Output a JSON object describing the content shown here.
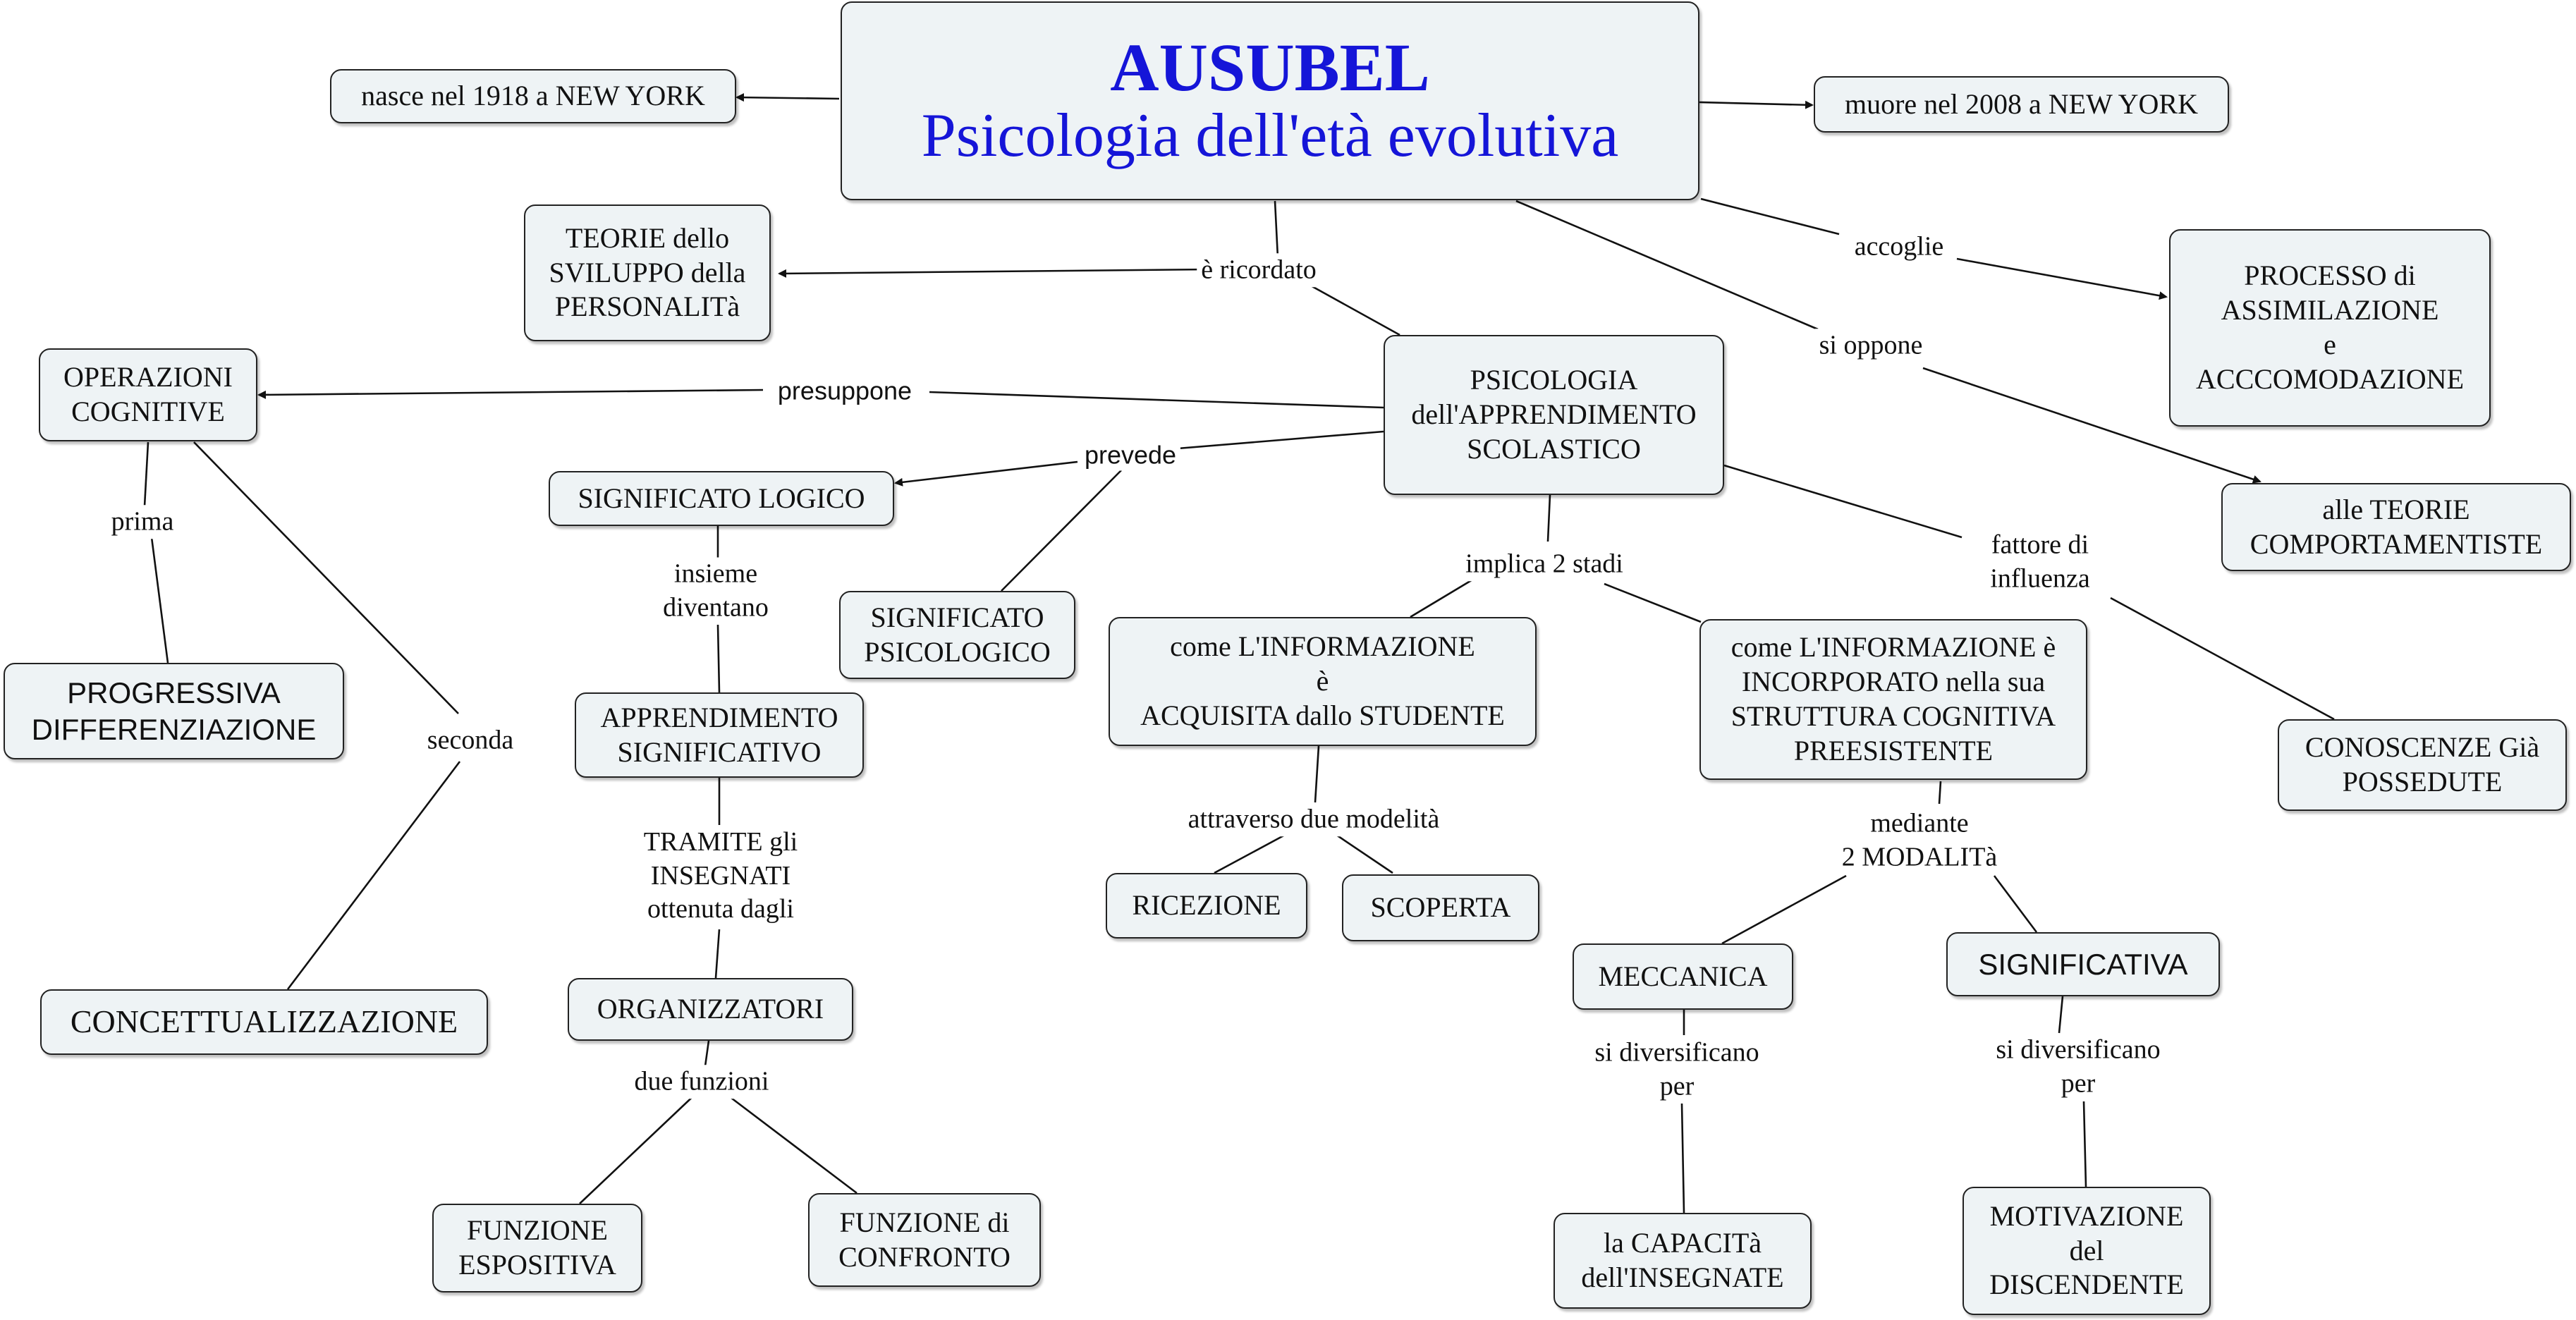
{
  "main": {
    "title": "AUSUBEL",
    "subtitle": "Psicologia dell'età evolutiva"
  },
  "nodes": {
    "nasce": "nasce nel 1918 a NEW YORK",
    "muore": "muore nel 2008 a NEW YORK",
    "teorie_sviluppo": [
      "TEORIE dello",
      "SVILUPPO della",
      "PERSONALITà"
    ],
    "psicologia_apprendimento": [
      "PSICOLOGIA",
      "dell'APPRENDIMENTO",
      "SCOLASTICO"
    ],
    "processo": [
      "PROCESSO di",
      "ASSIMILAZIONE",
      "e",
      "ACCCOMODAZIONE"
    ],
    "teorie_comport": [
      "alle TEORIE",
      "COMPORTAMENTISTE"
    ],
    "operazioni": [
      "OPERAZIONI",
      "COGNITIVE"
    ],
    "significato_logico": "SIGNIFICATO LOGICO",
    "significato_psicologico": [
      "SIGNIFICATO",
      "PSICOLOGICO"
    ],
    "progressiva": [
      "PROGRESSIVA",
      "DIFFERENZIAZIONE"
    ],
    "apprendimento_significativo": [
      "APPRENDIMENTO",
      "SIGNIFICATIVO"
    ],
    "informazione_acquisita": [
      "come L'INFORMAZIONE",
      "è",
      "ACQUISITA dallo STUDENTE"
    ],
    "informazione_incorporato": [
      "come L'INFORMAZIONE è",
      "INCORPORATO nella sua",
      "STRUTTURA COGNITIVA",
      "PREESISTENTE"
    ],
    "conoscenze": [
      "CONOSCENZE Già",
      "POSSEDUTE"
    ],
    "ricezione": "RICEZIONE",
    "scoperta": "SCOPERTA",
    "concettualizzazione": "CONCETTUALIZZAZIONE",
    "organizzatori": "ORGANIZZATORI",
    "meccanica": "MECCANICA",
    "significativa": "SIGNIFICATIVA",
    "funzione_espositiva": [
      "FUNZIONE",
      "ESPOSITIVA"
    ],
    "funzione_confronto": [
      "FUNZIONE di",
      "CONFRONTO"
    ],
    "capacita": [
      "la CAPACITà",
      "dell'INSEGNATE"
    ],
    "motivazione": [
      "MOTIVAZIONE",
      "del",
      "DISCENDENTE"
    ]
  },
  "labels": {
    "e_ricordato": "è ricordato",
    "accoglie": "accoglie",
    "si_oppone": "si oppone",
    "presuppone": "presuppone",
    "prevede": "prevede",
    "prima": "prima",
    "seconda": "seconda",
    "insieme_diventano": [
      "insieme",
      "diventano"
    ],
    "implica": "implica 2 stadi",
    "fattore": [
      "fattore di",
      "influenza"
    ],
    "tramite": [
      "TRAMITE gli",
      "INSEGNATI",
      "ottenuta dagli"
    ],
    "attraverso": "attraverso due modelità",
    "mediante": [
      "mediante",
      "2 MODALITà"
    ],
    "due_funzioni": "due funzioni",
    "si_diversificano_1": [
      "si diversificano",
      "per"
    ],
    "si_diversificano_2": [
      "si diversificano",
      "per"
    ]
  }
}
